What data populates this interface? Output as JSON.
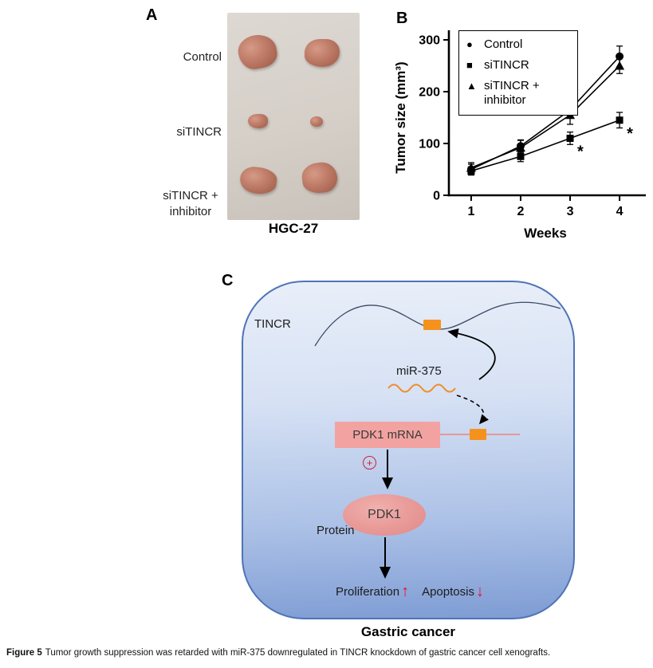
{
  "figure": {
    "caption_label": "Figure 5",
    "caption_text": "Tumor growth suppression was retarded with miR-375 downregulated in TINCR knockdown of gastric cancer cell xenografts."
  },
  "panel_a": {
    "label": "A",
    "row_labels": [
      "Control",
      "siTINCR",
      "siTINCR +\ninhibitor"
    ],
    "cell_line": "HGC-27"
  },
  "panel_b": {
    "label": "B"
  },
  "chart_data": {
    "type": "line",
    "title": "",
    "xlabel": "Weeks",
    "ylabel": "Tumor size (mm³)",
    "x": [
      1,
      2,
      3,
      4
    ],
    "ylim": [
      0,
      300
    ],
    "yticks": [
      0,
      100,
      200,
      300
    ],
    "grid": false,
    "legend_position": "top-left",
    "series": [
      {
        "name": "Control",
        "marker": "circle",
        "values": [
          50,
          95,
          165,
          268
        ],
        "errors": [
          10,
          12,
          15,
          20
        ]
      },
      {
        "name": "siTINCR",
        "marker": "square",
        "values": [
          47,
          75,
          110,
          145
        ],
        "errors": [
          8,
          10,
          12,
          15
        ],
        "annotations": [
          {
            "x": 3,
            "text": "*"
          },
          {
            "x": 4,
            "text": "*"
          }
        ]
      },
      {
        "name": "siTINCR + inhibitor",
        "marker": "triangle",
        "values": [
          53,
          92,
          155,
          250
        ],
        "errors": [
          10,
          14,
          18,
          15
        ]
      }
    ]
  },
  "panel_c": {
    "label": "C",
    "tincr": "TINCR",
    "mir375": "miR-375",
    "pdk1_mrna": "PDK1 mRNA",
    "plus": "+",
    "pdk1": "PDK1",
    "protein": "Protein",
    "proliferation": "Proliferation",
    "proliferation_arrow": "↑",
    "apoptosis": "Apoptosis",
    "apoptosis_arrow": "↓",
    "cell_type": "Gastric cancer"
  },
  "colors": {
    "orange_site": "#f5921e",
    "pink_box": "#f2a3a1",
    "red_effect": "#e8112d",
    "cell_border": "#4f74b5"
  }
}
